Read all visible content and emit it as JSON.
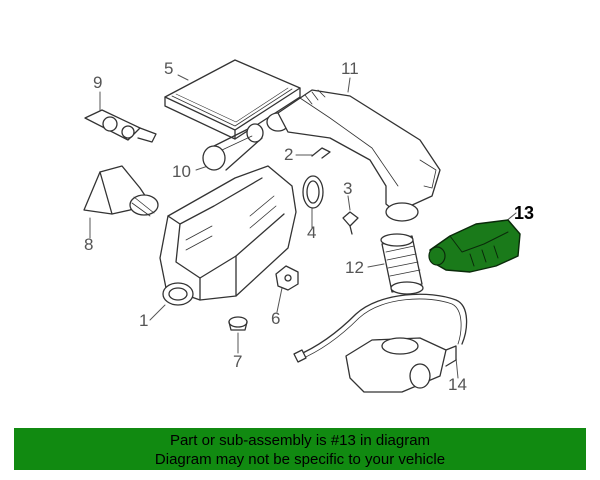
{
  "diagram": {
    "callouts": [
      {
        "id": "1",
        "text": "1"
      },
      {
        "id": "2",
        "text": "2"
      },
      {
        "id": "3",
        "text": "3"
      },
      {
        "id": "4",
        "text": "4"
      },
      {
        "id": "5",
        "text": "5"
      },
      {
        "id": "6",
        "text": "6"
      },
      {
        "id": "7",
        "text": "7"
      },
      {
        "id": "8",
        "text": "8"
      },
      {
        "id": "9",
        "text": "9"
      },
      {
        "id": "10",
        "text": "10"
      },
      {
        "id": "11",
        "text": "11"
      },
      {
        "id": "12",
        "text": "12"
      },
      {
        "id": "13",
        "text": "13"
      },
      {
        "id": "14",
        "text": "14"
      }
    ],
    "highlight_part": "13",
    "highlight_color": "#1a7a1a"
  },
  "banner": {
    "line1": "Part or sub-assembly is #13 in diagram",
    "line2": "Diagram may not be specific to your vehicle",
    "color": "#118a11"
  }
}
